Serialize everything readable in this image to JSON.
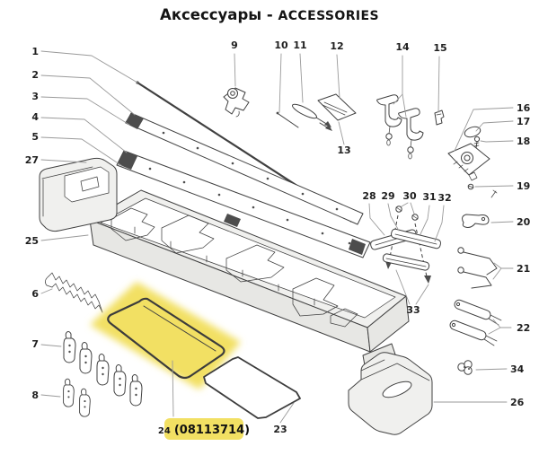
{
  "page": {
    "title_ru": "Аксессуары",
    "title_sep": " - ",
    "title_en": "ACCESSORIES"
  },
  "highlight_label": {
    "number": "24",
    "code": "(08113714)"
  },
  "callouts": {
    "c1": "1",
    "c2": "2",
    "c3": "3",
    "c4": "4",
    "c5": "5",
    "c6": "6",
    "c7": "7",
    "c8": "8",
    "c9": "9",
    "c10": "10",
    "c11": "11",
    "c12": "12",
    "c13": "13",
    "c14": "14",
    "c15": "15",
    "c16": "16",
    "c17": "17",
    "c18": "18",
    "c19": "19",
    "c20": "20",
    "c21": "21",
    "c22": "22",
    "c23": "23",
    "c25": "25",
    "c26": "26",
    "c27": "27",
    "c28": "28",
    "c29": "29",
    "c30": "30",
    "c31": "31",
    "c32": "32",
    "c33": "33",
    "c34": "34"
  },
  "colors": {
    "highlight": "#F2E063",
    "ink": "#404040",
    "leader": "#9a9a9a",
    "darkfill": "#4d4d4d"
  }
}
